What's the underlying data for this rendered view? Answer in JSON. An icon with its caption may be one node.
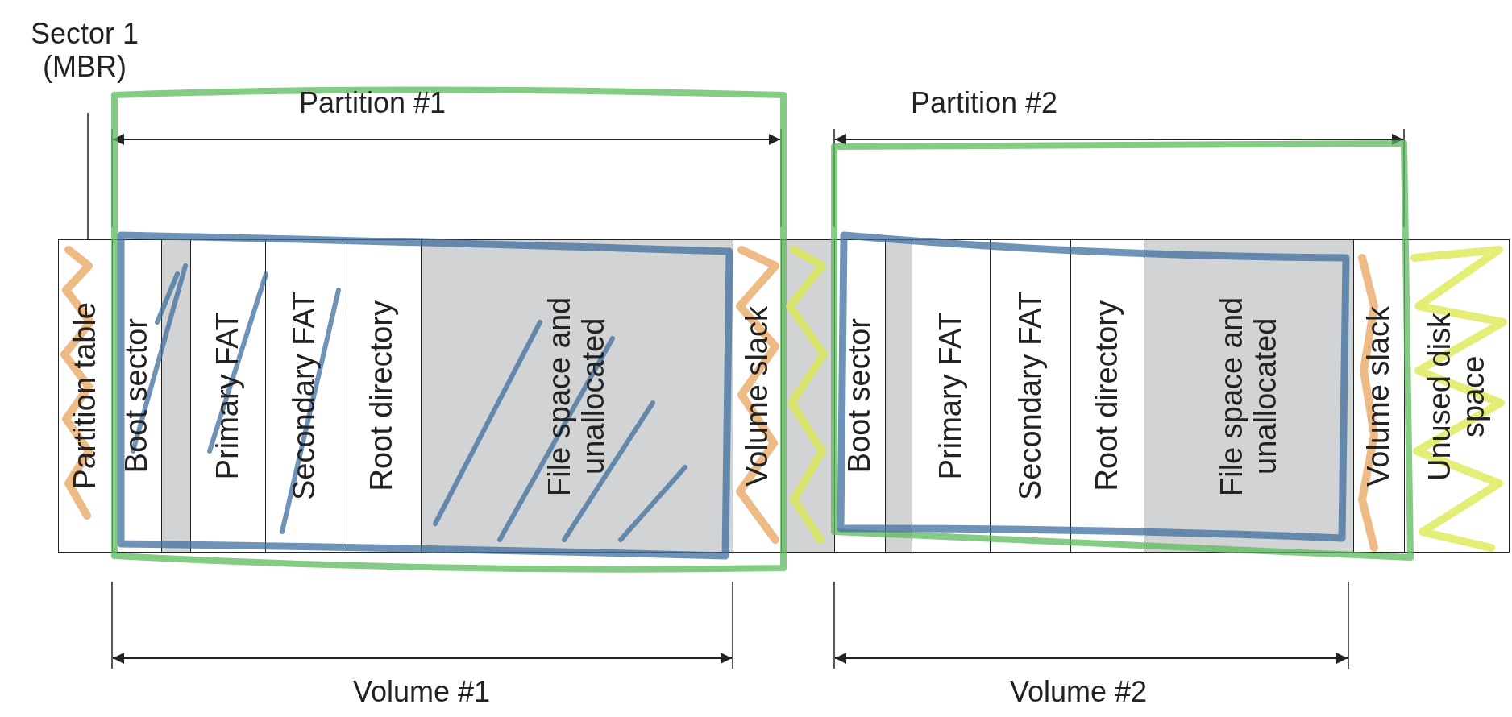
{
  "diagram": {
    "nodes": [
      {
        "text": [
          "Sector 1 (MBR)"
        ]
      },
      {
        "text": [
          "Partition table"
        ]
      },
      {
        "text": [
          "Boot sector"
        ]
      },
      {
        "text": [],
        "shape": "box"
      },
      {
        "text": [
          "Primary FAT"
        ]
      },
      {
        "text": [
          "Secondary FAT"
        ]
      },
      {
        "text": [
          "Root directory"
        ]
      },
      {
        "text": [
          "File space and unallocated"
        ]
      },
      {
        "text": [
          "Volume slack"
        ]
      },
      {
        "text": [],
        "shape": "box"
      },
      {
        "text": [
          "Boot sector"
        ]
      },
      {
        "text": [],
        "shape": "box"
      },
      {
        "text": [
          "Primary FAT"
        ]
      },
      {
        "text": [
          "Secondary FAT"
        ]
      },
      {
        "text": [
          "Root directory"
        ]
      },
      {
        "text": [
          "File space and unallocated"
        ]
      },
      {
        "text": [
          "Volume slack"
        ]
      },
      {
        "text": [
          "Unused disk space"
        ]
      }
    ],
    "edges": [
      {
        "from": 0,
        "to": 1,
        "arrow": "none"
      }
    ],
    "labels": [
      "Partition #1",
      "Partition #2",
      "Volume #1",
      "Volume #2"
    ]
  }
}
